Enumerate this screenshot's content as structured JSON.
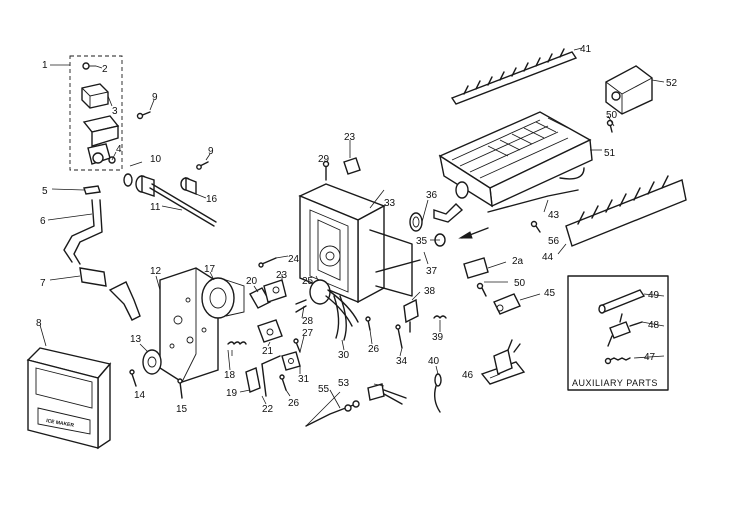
{
  "parts": [
    {
      "id": "1",
      "label": "1"
    },
    {
      "id": "2",
      "label": "2"
    },
    {
      "id": "3",
      "label": "3"
    },
    {
      "id": "4",
      "label": "4"
    },
    {
      "id": "5",
      "label": "5"
    },
    {
      "id": "6",
      "label": "6"
    },
    {
      "id": "7",
      "label": "7"
    },
    {
      "id": "8",
      "label": "8"
    },
    {
      "id": "9a",
      "label": "9"
    },
    {
      "id": "9b",
      "label": "9"
    },
    {
      "id": "10",
      "label": "10"
    },
    {
      "id": "11",
      "label": "11"
    },
    {
      "id": "12",
      "label": "12"
    },
    {
      "id": "13",
      "label": "13"
    },
    {
      "id": "14",
      "label": "14"
    },
    {
      "id": "15",
      "label": "15"
    },
    {
      "id": "16",
      "label": "16"
    },
    {
      "id": "17",
      "label": "17"
    },
    {
      "id": "18",
      "label": "18"
    },
    {
      "id": "19",
      "label": "19"
    },
    {
      "id": "20",
      "label": "20"
    },
    {
      "id": "21",
      "label": "21"
    },
    {
      "id": "22",
      "label": "22"
    },
    {
      "id": "23a",
      "label": "23"
    },
    {
      "id": "23b",
      "label": "23"
    },
    {
      "id": "24",
      "label": "24"
    },
    {
      "id": "25",
      "label": "25"
    },
    {
      "id": "26a",
      "label": "26"
    },
    {
      "id": "26b",
      "label": "26"
    },
    {
      "id": "27",
      "label": "27"
    },
    {
      "id": "28",
      "label": "28"
    },
    {
      "id": "29",
      "label": "29"
    },
    {
      "id": "30",
      "label": "30"
    },
    {
      "id": "31",
      "label": "31"
    },
    {
      "id": "33",
      "label": "33"
    },
    {
      "id": "34",
      "label": "34"
    },
    {
      "id": "35",
      "label": "35"
    },
    {
      "id": "36",
      "label": "36"
    },
    {
      "id": "37",
      "label": "37"
    },
    {
      "id": "38",
      "label": "38"
    },
    {
      "id": "39",
      "label": "39"
    },
    {
      "id": "40",
      "label": "40"
    },
    {
      "id": "41",
      "label": "41"
    },
    {
      "id": "43",
      "label": "43"
    },
    {
      "id": "44",
      "label": "44"
    },
    {
      "id": "45",
      "label": "45"
    },
    {
      "id": "46",
      "label": "46"
    },
    {
      "id": "47",
      "label": "47"
    },
    {
      "id": "48",
      "label": "48"
    },
    {
      "id": "49",
      "label": "49"
    },
    {
      "id": "50a",
      "label": "50"
    },
    {
      "id": "50b",
      "label": "50"
    },
    {
      "id": "51",
      "label": "51"
    },
    {
      "id": "52",
      "label": "52"
    },
    {
      "id": "53",
      "label": "53"
    },
    {
      "id": "55",
      "label": "55"
    },
    {
      "id": "56",
      "label": "56"
    },
    {
      "id": "2a",
      "label": "2a"
    }
  ],
  "auxiliary_label": "AUXILIARY PARTS",
  "front_plate_text": "ICE MAKER",
  "colors": {
    "ink": "#1a1a1a",
    "paper": "#ffffff"
  }
}
